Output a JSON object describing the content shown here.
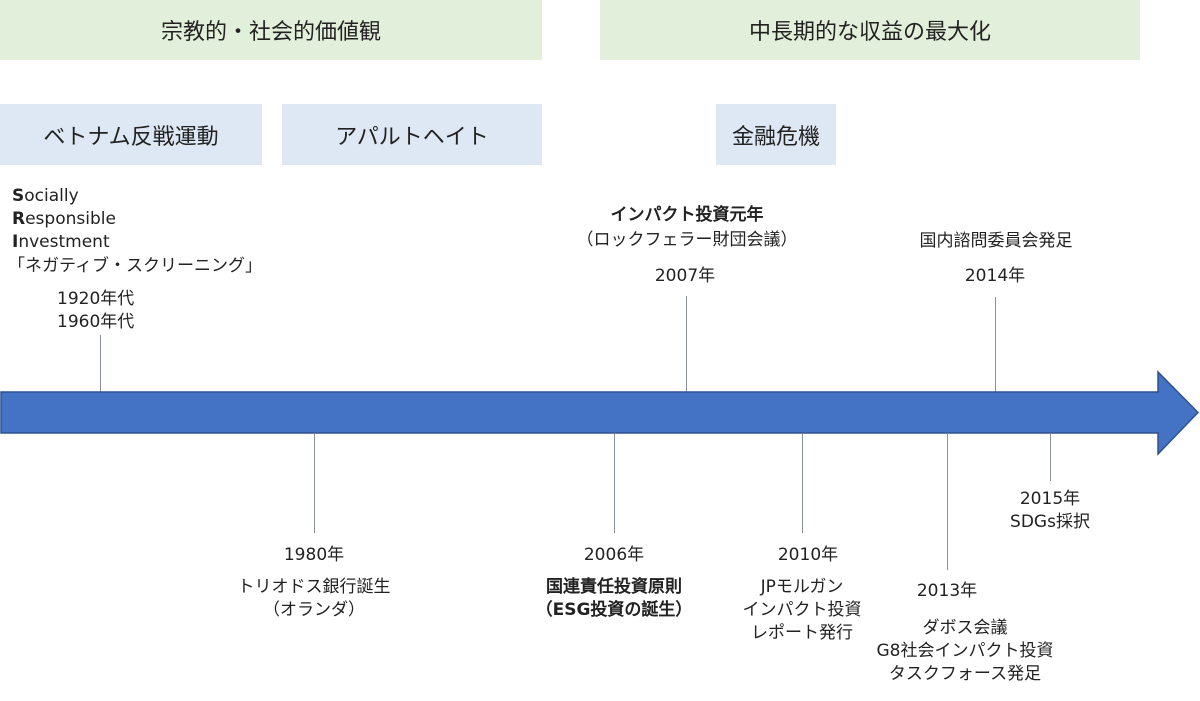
{
  "colors": {
    "arrow_fill": "#4472c4",
    "arrow_stroke": "#2f528f",
    "green_band": "#e2efda",
    "blue_band": "#dde8f4",
    "connector_line": "#8a8f99"
  },
  "top_bands": [
    {
      "label": "宗教的・社会的価値観"
    },
    {
      "label": "中長期的な収益の最大化"
    }
  ],
  "context_boxes": [
    {
      "label": "ベトナム反戦運動"
    },
    {
      "label": "アパルトヘイト"
    },
    {
      "label": "金融危機"
    }
  ],
  "sri": {
    "line1_initial": "S",
    "line1_rest": "ocially",
    "line2_initial": "R",
    "line2_rest": "esponsible",
    "line3_initial": "I",
    "line3_rest": "nvestment",
    "subtitle": "「ネガティブ・スクリーニング」"
  },
  "events_above": [
    {
      "years": [
        "1920年代",
        "1960年代"
      ]
    },
    {
      "title": "インパクト投資元年",
      "subtitle": "（ロックフェラー財団会議）",
      "year": "2007年"
    },
    {
      "title": "国内諮問委員会発足",
      "year": "2014年"
    }
  ],
  "events_below": [
    {
      "year": "1980年",
      "lines": [
        "トリオドス銀行誕生",
        "（オランダ）"
      ]
    },
    {
      "year": "2006年",
      "lines": [
        "国連責任投資原則",
        "（ESG投資の誕生）"
      ]
    },
    {
      "year": "2010年",
      "lines": [
        "JPモルガン",
        "インパクト投資",
        "レポート発行"
      ]
    },
    {
      "year": "2013年",
      "lines": [
        "ダボス会議",
        "G8社会インパクト投資",
        "タスクフォース発足"
      ]
    },
    {
      "year": "2015年",
      "lines": [
        "SDGs採択"
      ]
    }
  ]
}
